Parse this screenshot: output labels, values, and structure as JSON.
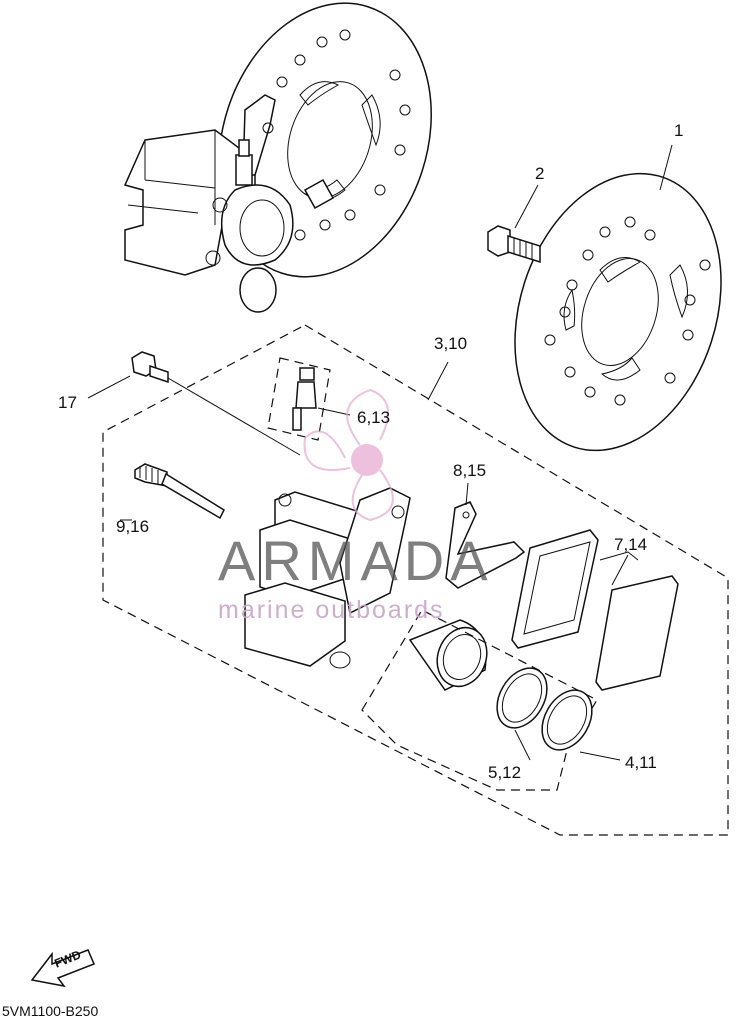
{
  "callouts": {
    "c1": "1",
    "c2": "2",
    "c3": "3,10",
    "c4": "4,11",
    "c5": "5,12",
    "c6": "6,13",
    "c7": "7,14",
    "c8": "8,15",
    "c9": "9,16",
    "c17": "17"
  },
  "watermark": {
    "brand": "ARMADA",
    "tagline": "marine outboards"
  },
  "fwd_label": "FWD",
  "diagram_code": "5VM1100-B250",
  "colors": {
    "line": "#111111",
    "watermark_gray": "#555555",
    "watermark_pink": "#e6a6cf"
  }
}
